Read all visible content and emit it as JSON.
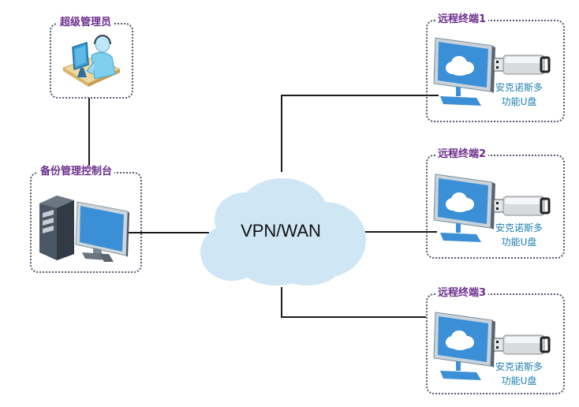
{
  "diagram": {
    "nodes": {
      "admin": {
        "label": "超级管理员",
        "icon": "admin-operator-icon"
      },
      "console": {
        "label": "备份管理控制台",
        "icon": "desktop-computer-icon"
      },
      "network": {
        "label": "VPN/WAN",
        "icon": "cloud-icon"
      },
      "terminals": [
        {
          "label": "远程终端1",
          "usb_line1": "安克诺斯多",
          "usb_line2": "功能U盘",
          "icon": "monitor-cloud-icon",
          "usb_icon": "usb-drive-icon"
        },
        {
          "label": "远程终端2",
          "usb_line1": "安克诺斯多",
          "usb_line2": "功能U盘",
          "icon": "monitor-cloud-icon",
          "usb_icon": "usb-drive-icon"
        },
        {
          "label": "远程终端3",
          "usb_line1": "安克诺斯多",
          "usb_line2": "功能U盘",
          "icon": "monitor-cloud-icon",
          "usb_icon": "usb-drive-icon"
        }
      ]
    },
    "edges": [
      {
        "from": "admin",
        "to": "console"
      },
      {
        "from": "console",
        "to": "network"
      },
      {
        "from": "network",
        "to": "远程终端1"
      },
      {
        "from": "network",
        "to": "远程终端2"
      },
      {
        "from": "network",
        "to": "远程终端3"
      }
    ],
    "colors": {
      "title": "#6b2d8f",
      "usb_label": "#1f7fb0",
      "cloud": "#cfe6f5",
      "screen": "#3b8fd6",
      "line": "#1a1a1a"
    }
  }
}
